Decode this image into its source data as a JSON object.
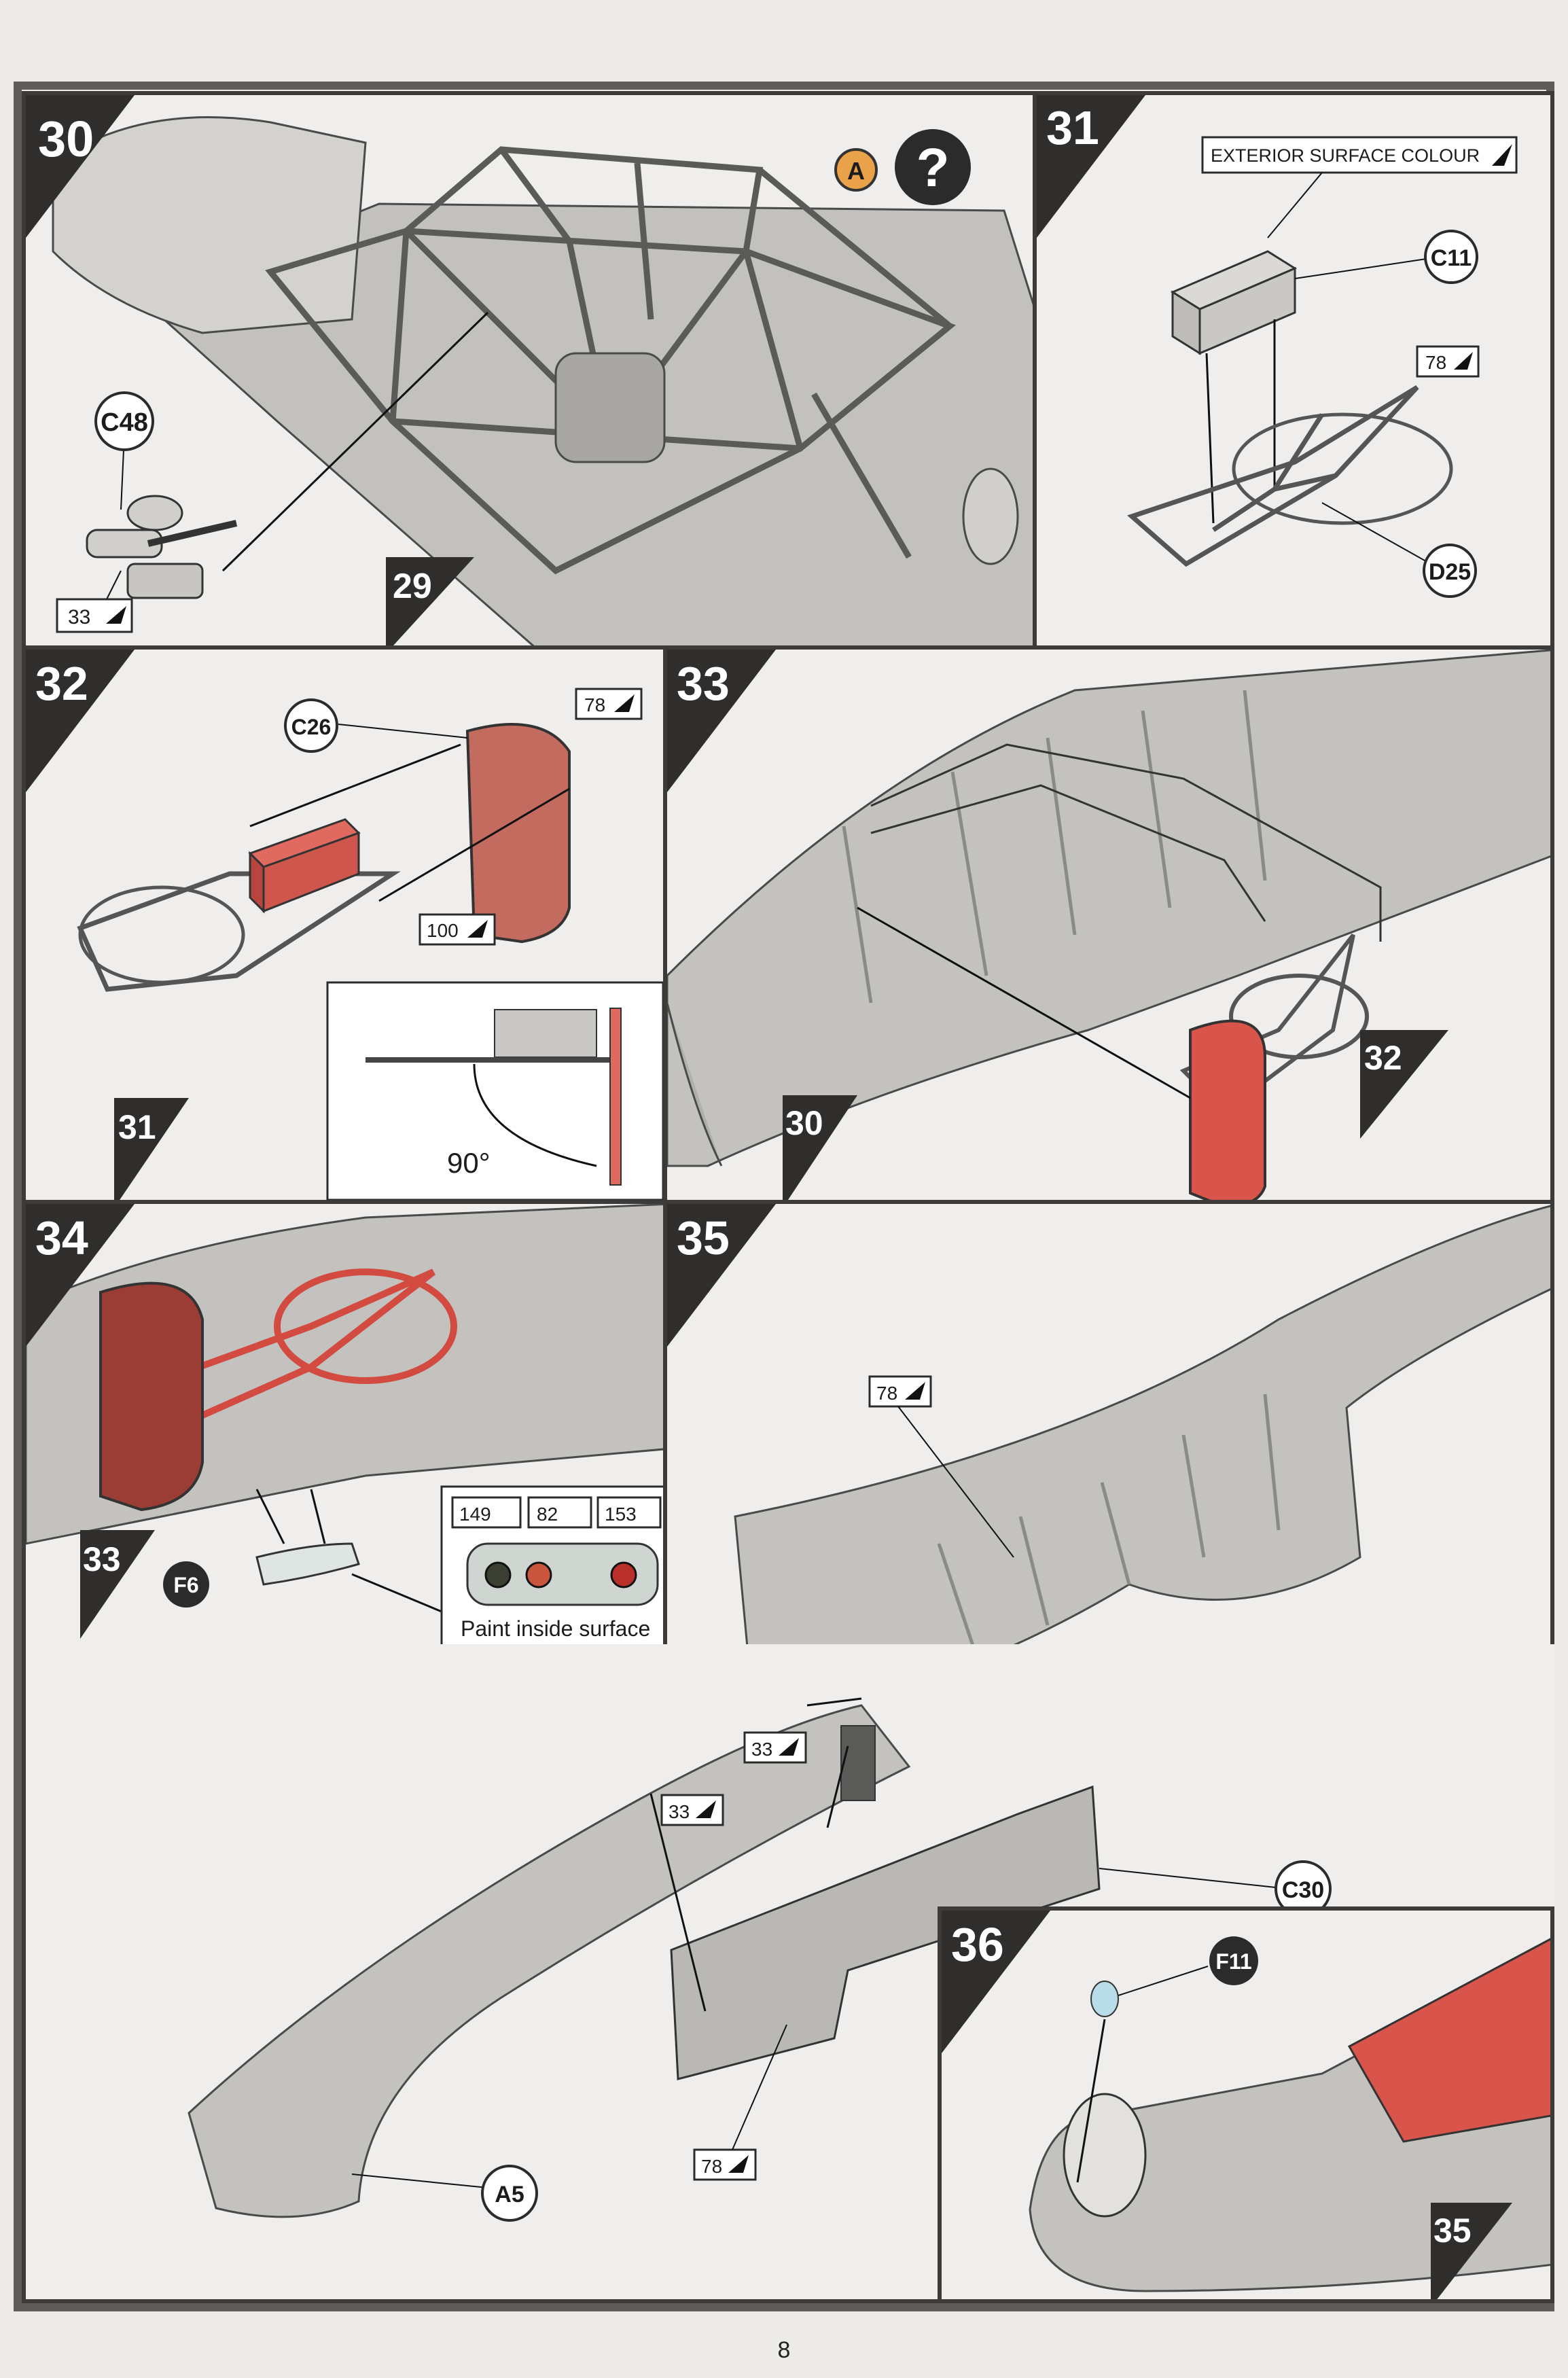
{
  "page_number": "8",
  "colors": {
    "frame": "#5e5d5b",
    "part_grey": "#b9b8b5",
    "highlight_red": "#d9554c",
    "paint_panel": "#cfd6d1"
  },
  "steps": {
    "s30": {
      "number": "30",
      "prev_ref": "29",
      "callout": "C48",
      "paint": "33",
      "help_badge": "A",
      "help_icon": "?"
    },
    "s31": {
      "number": "31",
      "exterior_label": "EXTERIOR SURFACE COLOUR",
      "callout_c11": "C11",
      "callout_d25": "D25",
      "paint": "78"
    },
    "s32": {
      "number": "32",
      "prev_ref": "31",
      "callout": "C26",
      "paint_top": "78",
      "paint_bottom": "100",
      "angle": "90°"
    },
    "s33": {
      "number": "33",
      "ref_30": "30",
      "ref_32": "32"
    },
    "s34": {
      "number": "34",
      "prev_ref": "33",
      "callout": "F6",
      "paints": [
        "149",
        "82",
        "153"
      ],
      "note": "Paint inside surface"
    },
    "s35": {
      "number": "35",
      "paint_78a": "78",
      "paint_33a": "33",
      "paint_33b": "33",
      "paint_78b": "78",
      "callout_c30": "C30",
      "callout_a5": "A5"
    },
    "s36": {
      "number": "36",
      "callout": "F11",
      "prev_ref": "35"
    }
  }
}
